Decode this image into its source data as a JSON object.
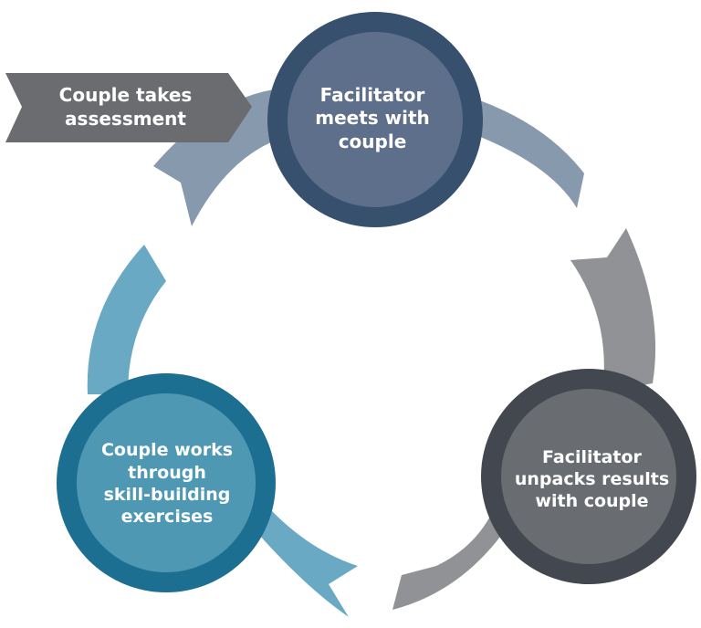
{
  "start": {
    "label": "Couple takes\nassessment"
  },
  "steps": [
    {
      "id": "meet",
      "label": "Facilitator\nmeets with\ncouple"
    },
    {
      "id": "unpack",
      "label": "Facilitator\nunpacks results\nwith couple"
    },
    {
      "id": "exercises",
      "label": "Couple works\nthrough\nskill-building\nexercises"
    }
  ],
  "colors": {
    "start_banner": "#6b6c70",
    "top_circle_outer": "#36506e",
    "top_circle_inner": "#5d6f8a",
    "top_arrow": "#8799ac",
    "right_circle_outer": "#43474f",
    "right_circle_inner": "#696c71",
    "right_arrow": "#909295",
    "left_circle_outer": "#1d6f92",
    "left_circle_inner": "#4e98b4",
    "left_arrow": "#6aa9c3"
  }
}
